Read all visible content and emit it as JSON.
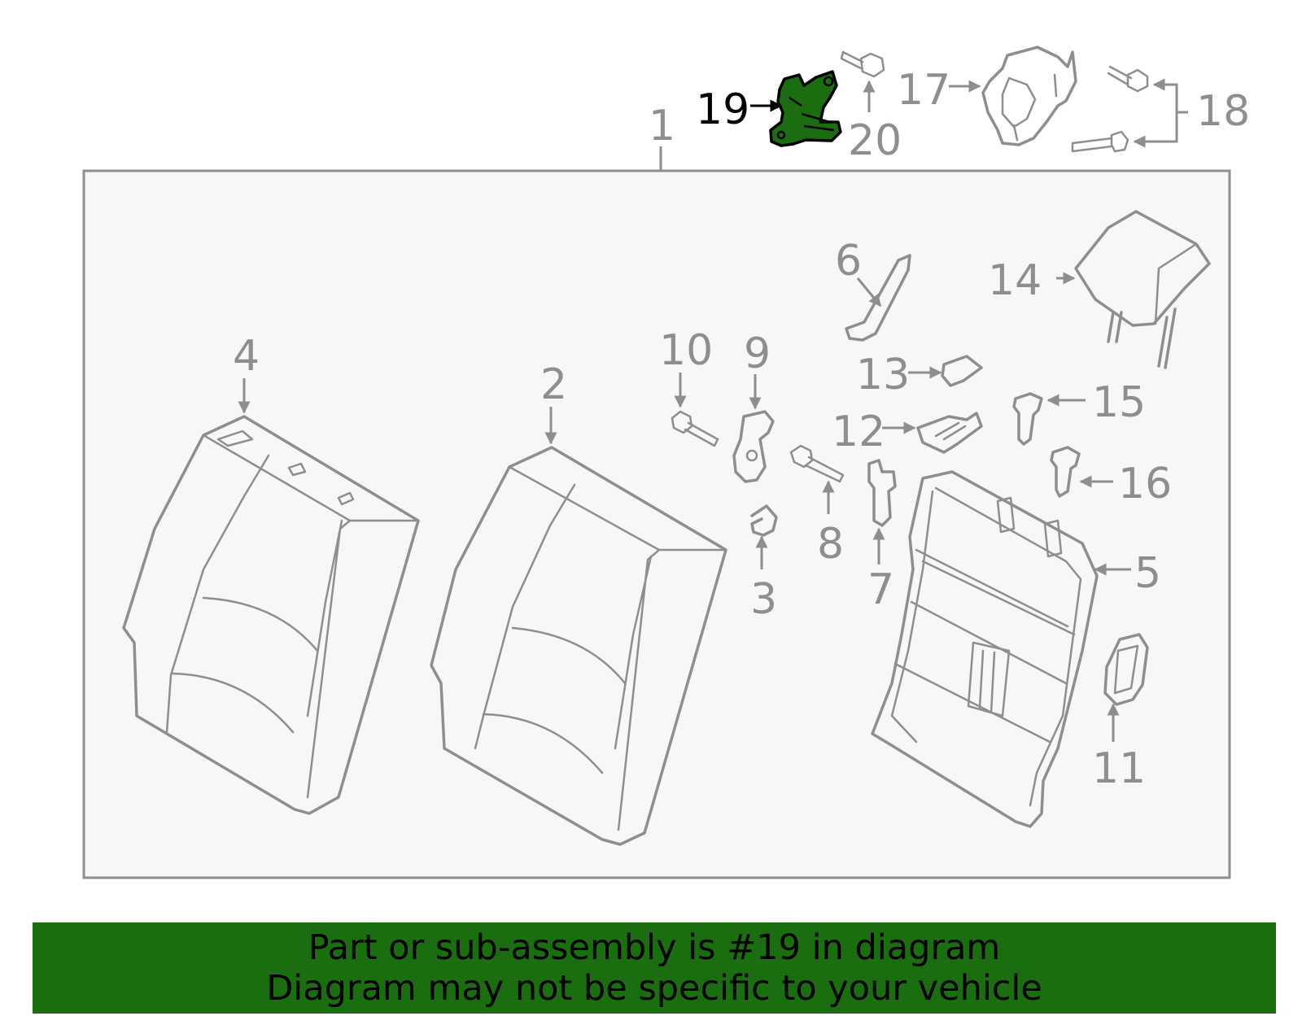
{
  "diagram": {
    "highlight_part": "19",
    "highlight_color": "#1b6e10",
    "line_color": "#8e8e8e",
    "panel_color": "#f7f7f7",
    "callouts": {
      "c1": "1",
      "c2": "2",
      "c3": "3",
      "c4": "4",
      "c5": "5",
      "c6": "6",
      "c7": "7",
      "c8": "8",
      "c9": "9",
      "c10": "10",
      "c11": "11",
      "c12": "12",
      "c13": "13",
      "c14": "14",
      "c15": "15",
      "c16": "16",
      "c17": "17",
      "c18": "18",
      "c19": "19",
      "c20": "20"
    }
  },
  "banner": {
    "line1": "Part or sub-assembly is #19 in diagram",
    "line2": "Diagram may not be specific to your vehicle",
    "background": "#1b6e10"
  }
}
